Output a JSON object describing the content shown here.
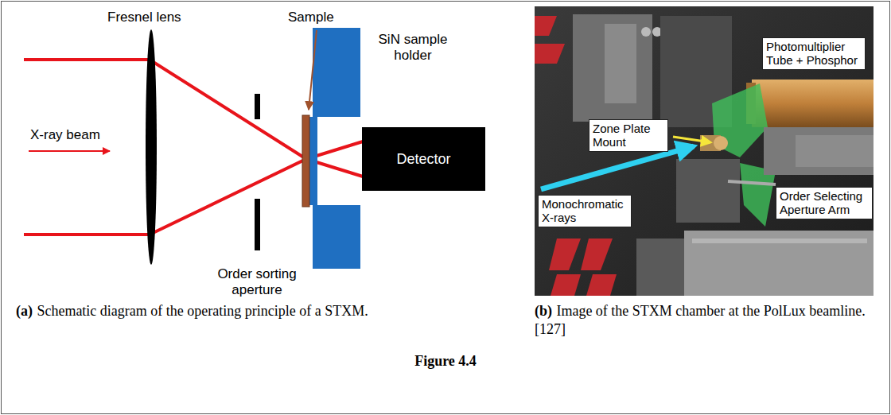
{
  "diagram": {
    "caption": "Figure 4.4",
    "nodes": [
      {
        "text": [
          "Detector"
        ]
      },
      {
        "text": [
          "Photomultiplier Tube + Phosphor"
        ]
      },
      {
        "text": [
          "Zone Plate Mount"
        ]
      },
      {
        "text": [
          "Monochromatic X-rays"
        ]
      },
      {
        "text": [
          "Order Selecting Aperture Arm"
        ]
      }
    ],
    "labels": [
      "Fresnel lens",
      "Sample",
      "SiN sample holder",
      "X-ray beam",
      "Order sorting aperture",
      "(a)",
      "Schematic diagram of the operating principle of a STXM.",
      "(b)",
      "Image of the STXM chamber at the PolLux beamline. [127]"
    ]
  }
}
